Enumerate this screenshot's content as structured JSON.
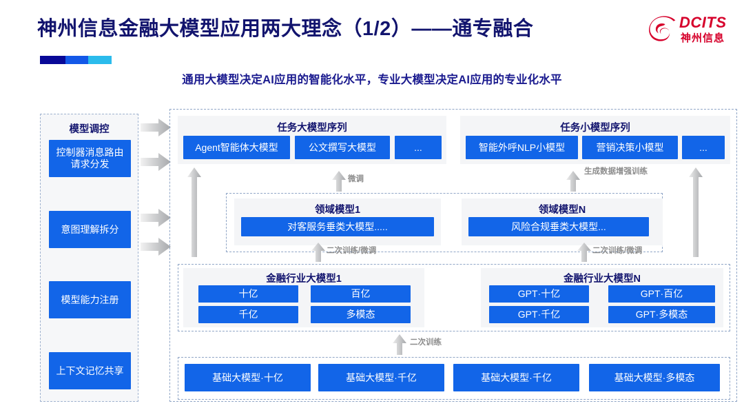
{
  "header": {
    "title": "神州信息金融大模型应用两大理念（1/2）——通专融合",
    "subtitle": "通用大模型决定AI应用的智能化水平，专业大模型决定AI应用的专业化水平",
    "accent_colors": [
      "#080897",
      "#1358e8",
      "#2bbbec"
    ]
  },
  "logo": {
    "en": "DCITS",
    "cn": "神州信息",
    "color": "#d6002b",
    "mark": "swirl-logo-icon"
  },
  "theme": {
    "chip_blue": "#1265e8",
    "title_navy": "#12146e",
    "panel_gray": "#f4f5f7",
    "dashed_border": "#8fa5c6",
    "arrow_gray": "#b9bcc0"
  },
  "control_panel": {
    "title": "模型调控",
    "items": [
      {
        "label": "控制器消息路由请求分发"
      },
      {
        "label": "意图理解拆分"
      },
      {
        "label": "模型能力注册"
      },
      {
        "label": "上下文记忆共享"
      }
    ],
    "arrows": [
      "arrow-right-icon",
      "arrow-right-icon",
      "arrow-right-icon",
      "arrow-right-icon"
    ]
  },
  "task_groups": [
    {
      "title": "任务大模型序列",
      "chips": [
        "Agent智能体大模型",
        "公文撰写大模型",
        "..."
      ]
    },
    {
      "title": "任务小模型序列",
      "chips": [
        "智能外呼NLP小模型",
        "营销决策小模型",
        "..."
      ]
    }
  ],
  "domain_groups": [
    {
      "title": "领域模型1",
      "chips": [
        "对客服务垂类大模型....."
      ]
    },
    {
      "title": "领域模型N",
      "chips": [
        "风险合规垂类大模型..."
      ]
    }
  ],
  "industry_groups": [
    {
      "title": "金融行业大模型1",
      "chips": [
        "十亿",
        "百亿",
        "千亿",
        "多模态"
      ]
    },
    {
      "title": "金融行业大模型N",
      "chips": [
        "GPT·十亿",
        "GPT·百亿",
        "GPT·千亿",
        "GPT·多模态"
      ]
    }
  ],
  "foundation_chips": [
    "基础大模型·十亿",
    "基础大模型·千亿",
    "基础大模型·千亿",
    "基础大模型·多模态"
  ],
  "arrow_labels": {
    "finetune": "微调",
    "data_aug": "生成数据增强训练",
    "retrain_finetune_left": "二次训练/微调",
    "retrain_finetune_right": "二次训练/微调",
    "retrain": "二次训练"
  }
}
